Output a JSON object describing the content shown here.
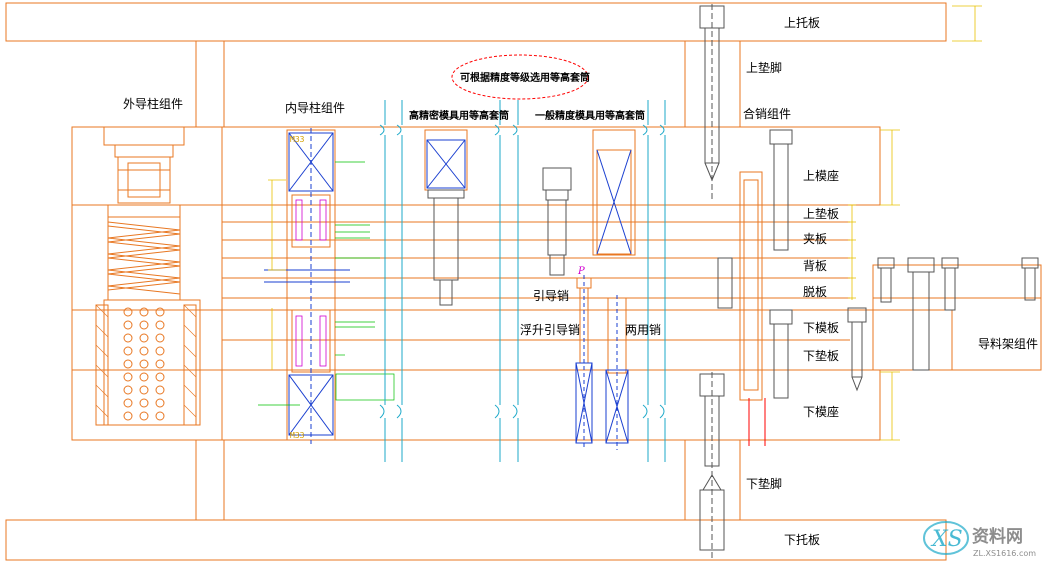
{
  "colors": {
    "outline": "#e87722",
    "blue": "#1a3fd0",
    "cyan": "#1ca9c9",
    "green": "#00c000",
    "yellow": "#e8c000",
    "red": "#ff0000",
    "magenta": "#d000d0",
    "gray": "#555555"
  },
  "labels": {
    "top_clamp_plate": "上托板",
    "bottom_clamp_plate": "下托板",
    "upper_foot": "上垫脚",
    "lower_foot": "下垫脚",
    "outer_guide_post": "外导柱组件",
    "inner_guide_post": "内导柱组件",
    "high_precision_sleeve": "高精密模具用等高套筒",
    "general_precision_sleeve": "一般精度模具用等高套筒",
    "sleeve_note": "可根据精度等级选用等高套筒",
    "dowel_pin_assy": "合销组件",
    "upper_die_set": "上模座",
    "upper_backing_plate": "上垫板",
    "clamp_plate": "夹板",
    "back_plate": "背板",
    "stripper_plate": "脱板",
    "lower_die_plate": "下模板",
    "lower_backing_plate": "下垫板",
    "lower_die_set": "下模座",
    "pilot_pin": "引导销",
    "floating_pilot_pin": "浮升引导销",
    "dual_pin": "两用销",
    "feed_rail_assy": "导料架组件",
    "pin_tag": "P",
    "part_tag_top": "M33",
    "part_tag_bottom": "M33"
  },
  "watermark": {
    "site_cn": "资料网",
    "site_url": "ZL.XS1616.com"
  }
}
